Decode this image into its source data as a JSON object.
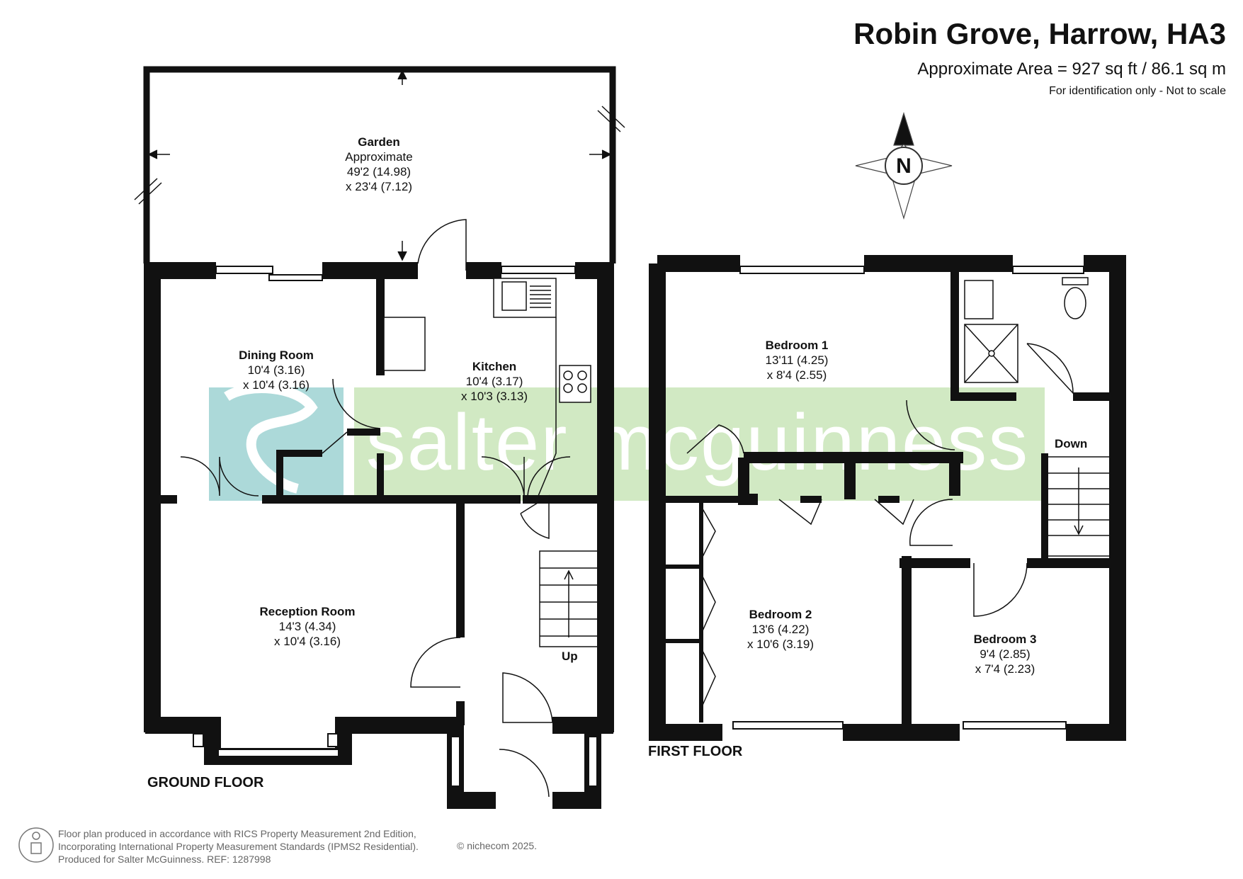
{
  "header": {
    "address": "Robin Grove, Harrow, HA3",
    "area": "Approximate Area = 927 sq ft / 86.1 sq m",
    "note": "For identification only - Not to scale"
  },
  "compass": {
    "letter": "N"
  },
  "watermark": {
    "text": "salter mcguinness",
    "color": "#cfe8c0",
    "logo_color": "#a8d8d8"
  },
  "ground_floor": {
    "label": "GROUND FLOOR",
    "rooms": {
      "garden": {
        "name": "Garden",
        "lines": [
          "Approximate",
          "49'2 (14.98)",
          "x 23'4 (7.12)"
        ]
      },
      "dining": {
        "name": "Dining Room",
        "lines": [
          "10'4 (3.16)",
          "x 10'4 (3.16)"
        ]
      },
      "kitchen": {
        "name": "Kitchen",
        "lines": [
          "10'4 (3.17)",
          "x 10'3 (3.13)"
        ]
      },
      "reception": {
        "name": "Reception Room",
        "lines": [
          "14'3 (4.34)",
          "x 10'4 (3.16)"
        ]
      }
    },
    "stairs_label": "Up"
  },
  "first_floor": {
    "label": "FIRST FLOOR",
    "rooms": {
      "bedroom1": {
        "name": "Bedroom 1",
        "lines": [
          "13'11 (4.25)",
          "x 8'4 (2.55)"
        ]
      },
      "bedroom2": {
        "name": "Bedroom 2",
        "lines": [
          "13'6 (4.22)",
          "x 10'6 (3.19)"
        ]
      },
      "bedroom3": {
        "name": "Bedroom 3",
        "lines": [
          "9'4 (2.85)",
          "x 7'4 (2.23)"
        ]
      }
    },
    "stairs_label": "Down"
  },
  "footer": {
    "lines": [
      "Floor plan produced in accordance with RICS Property Measurement 2nd Edition,",
      "Incorporating International Property Measurement Standards (IPMS2 Residential).",
      "Produced for Salter McGuinness.   REF: 1287998"
    ],
    "copyright": "© nichecom 2025."
  }
}
